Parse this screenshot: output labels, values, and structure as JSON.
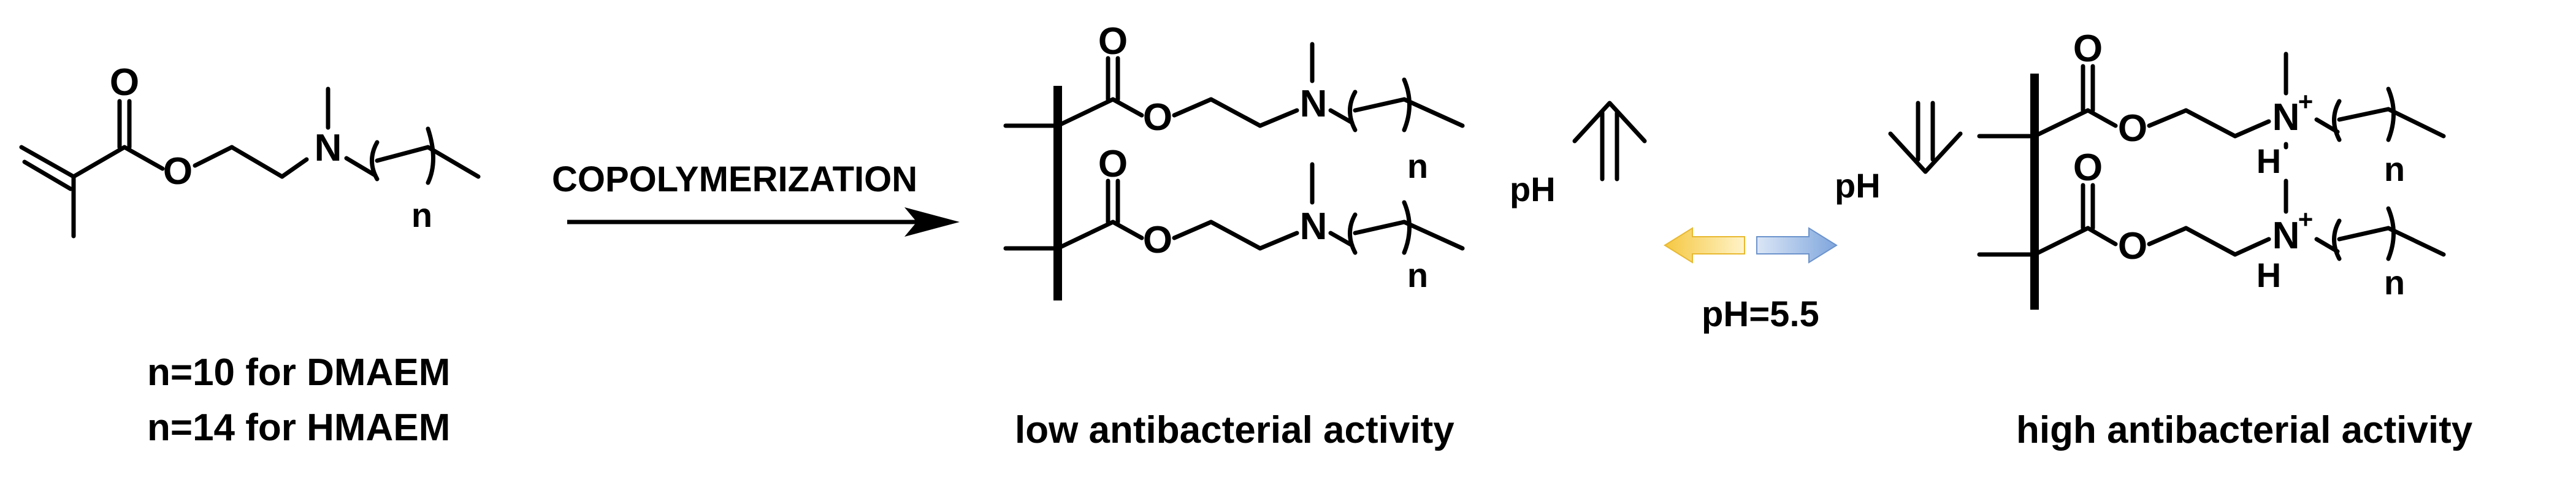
{
  "atoms": {
    "O": "O",
    "N": "N",
    "H": "H",
    "n": "n",
    "plus": "+"
  },
  "monomer": {
    "labels": [
      "n=10 for DMAEM",
      "n=14 for HMAEM"
    ]
  },
  "reaction": {
    "condition": "COPOLYMERIZATION"
  },
  "polymer_low": {
    "label": "low antibacterial activity"
  },
  "polymer_high": {
    "label": "high antibacterial activity"
  },
  "equilibrium": {
    "ph_up_label": "pH",
    "ph_down_label": "pH",
    "ph_value": "pH=5.5",
    "left_arrow_color": "#f5c842",
    "right_arrow_color": "#7fa6dd"
  }
}
